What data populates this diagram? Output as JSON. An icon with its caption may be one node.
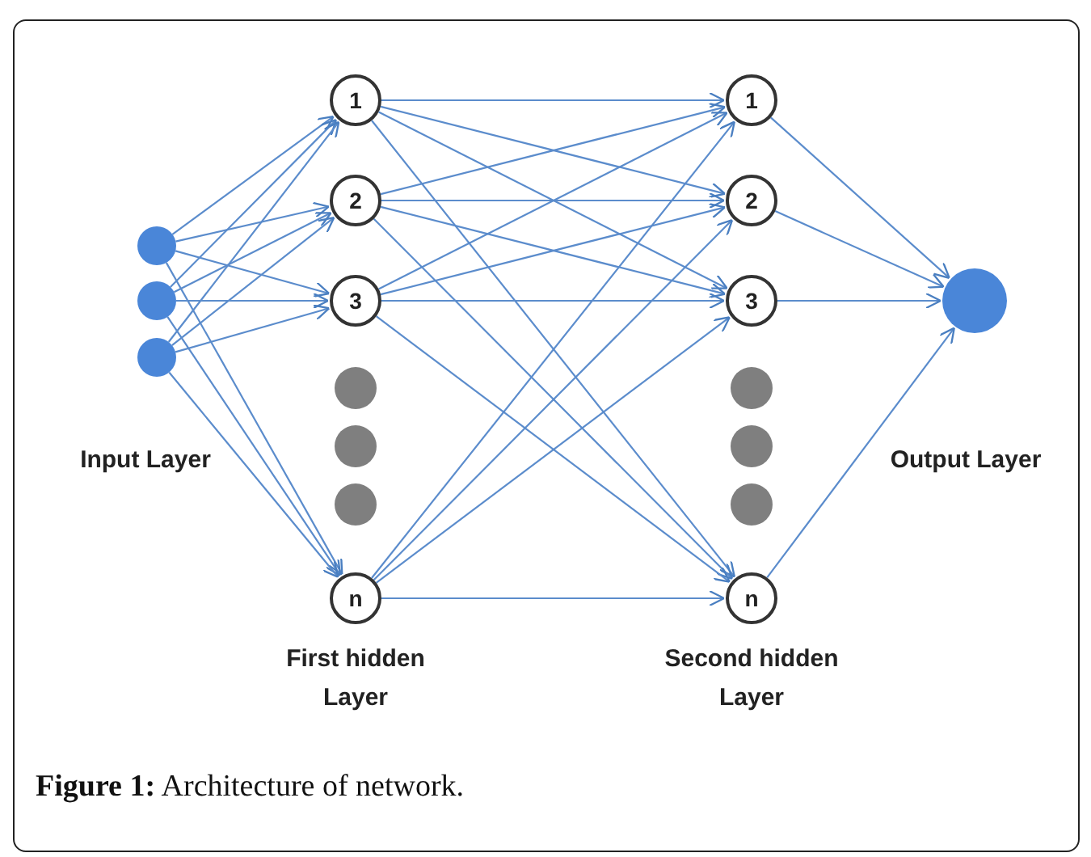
{
  "diagram": {
    "caption": "**Figure 1:** Architecture of network.",
    "nodes": [
      {
        "text": [],
        "shape": "circle"
      },
      {
        "text": [],
        "shape": "circle"
      },
      {
        "text": [],
        "shape": "circle"
      },
      {
        "text": [
          "1"
        ]
      },
      {
        "text": [
          "2"
        ]
      },
      {
        "text": [
          "3"
        ]
      },
      {
        "text": [],
        "shape": "circle"
      },
      {
        "text": [],
        "shape": "circle"
      },
      {
        "text": [],
        "shape": "circle"
      },
      {
        "text": [
          "n"
        ]
      },
      {
        "text": [
          "1"
        ]
      },
      {
        "text": [
          "2"
        ]
      },
      {
        "text": [
          "3"
        ]
      },
      {
        "text": [],
        "shape": "circle"
      },
      {
        "text": [],
        "shape": "circle"
      },
      {
        "text": [],
        "shape": "circle"
      },
      {
        "text": [
          "n"
        ]
      },
      {
        "text": [],
        "shape": "circle"
      }
    ],
    "edges": [
      {
        "from": 0,
        "to": 3,
        "arrow": "to"
      },
      {
        "from": 0,
        "to": 4,
        "arrow": "to"
      },
      {
        "from": 0,
        "to": 5,
        "arrow": "to"
      },
      {
        "from": 0,
        "to": 9,
        "arrow": "to"
      },
      {
        "from": 1,
        "to": 3,
        "arrow": "to"
      },
      {
        "from": 1,
        "to": 4,
        "arrow": "to"
      },
      {
        "from": 1,
        "to": 5,
        "arrow": "to"
      },
      {
        "from": 1,
        "to": 9,
        "arrow": "to"
      },
      {
        "from": 2,
        "to": 3,
        "arrow": "to"
      },
      {
        "from": 2,
        "to": 4,
        "arrow": "to"
      },
      {
        "from": 2,
        "to": 5,
        "arrow": "to"
      },
      {
        "from": 2,
        "to": 9,
        "arrow": "to"
      },
      {
        "from": 3,
        "to": 10,
        "arrow": "to"
      },
      {
        "from": 3,
        "to": 11,
        "arrow": "to"
      },
      {
        "from": 3,
        "to": 12,
        "arrow": "to"
      },
      {
        "from": 3,
        "to": 16,
        "arrow": "to"
      },
      {
        "from": 4,
        "to": 10,
        "arrow": "to"
      },
      {
        "from": 4,
        "to": 11,
        "arrow": "to"
      },
      {
        "from": 4,
        "to": 12,
        "arrow": "to"
      },
      {
        "from": 4,
        "to": 16,
        "arrow": "to"
      },
      {
        "from": 5,
        "to": 10,
        "arrow": "to"
      },
      {
        "from": 5,
        "to": 11,
        "arrow": "to"
      },
      {
        "from": 5,
        "to": 12,
        "arrow": "to"
      },
      {
        "from": 5,
        "to": 16,
        "arrow": "to"
      },
      {
        "from": 9,
        "to": 10,
        "arrow": "to"
      },
      {
        "from": 9,
        "to": 11,
        "arrow": "to"
      },
      {
        "from": 9,
        "to": 12,
        "arrow": "to"
      },
      {
        "from": 9,
        "to": 16,
        "arrow": "to"
      },
      {
        "from": 10,
        "to": 17,
        "arrow": "to"
      },
      {
        "from": 11,
        "to": 17,
        "arrow": "to"
      },
      {
        "from": 12,
        "to": 17,
        "arrow": "to"
      },
      {
        "from": 16,
        "to": 17,
        "arrow": "to"
      }
    ],
    "labels": [
      "Input Layer",
      "First hidden Layer",
      "Second hidden Layer",
      "Output Layer"
    ]
  }
}
